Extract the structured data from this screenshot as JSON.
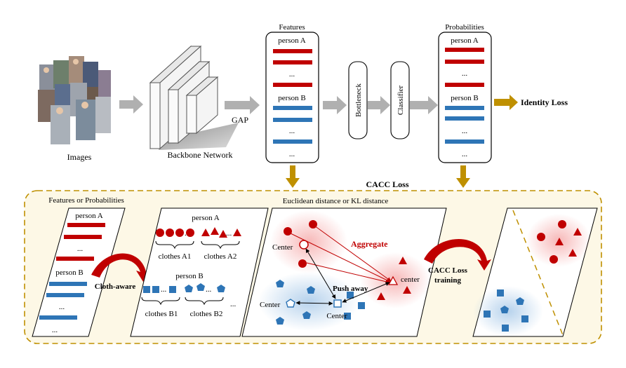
{
  "top": {
    "images_label": "Images",
    "backbone_label": "Backbone Network",
    "gap_label": "GAP",
    "features_title": "Features",
    "probabilities_title": "Probabilities",
    "person_a": "person A",
    "person_b": "person B",
    "ellipsis": "...",
    "bottleneck_label": "Bottleneck",
    "classifier_label": "Classifier",
    "identity_loss_label": "Identity Loss"
  },
  "cacc": {
    "title": "CACC Loss",
    "features_or_probabilities": "Features or Probabilities",
    "cloth_aware": "Cloth-aware",
    "clothes_a1": "clothes A1",
    "clothes_a2": "clothes A2",
    "clothes_b1": "clothes B1",
    "clothes_b2": "clothes B2",
    "distance_title": "Euclidean distance or KL distance",
    "aggregate": "Aggregate",
    "push_away": "Push away",
    "center": "Center",
    "center_lower": "center",
    "cacc_loss_training_line1": "CACC Loss",
    "cacc_loss_training_line2": "training"
  },
  "colors": {
    "red": "#c00000",
    "blue": "#2e75b6",
    "gold": "#bf9000",
    "gold_fill": "#fdf8e6",
    "gray_arrow": "#b0b0b0"
  },
  "icons": {
    "backbone": "stacked-layers-icon",
    "images": "person-photos-icon"
  }
}
